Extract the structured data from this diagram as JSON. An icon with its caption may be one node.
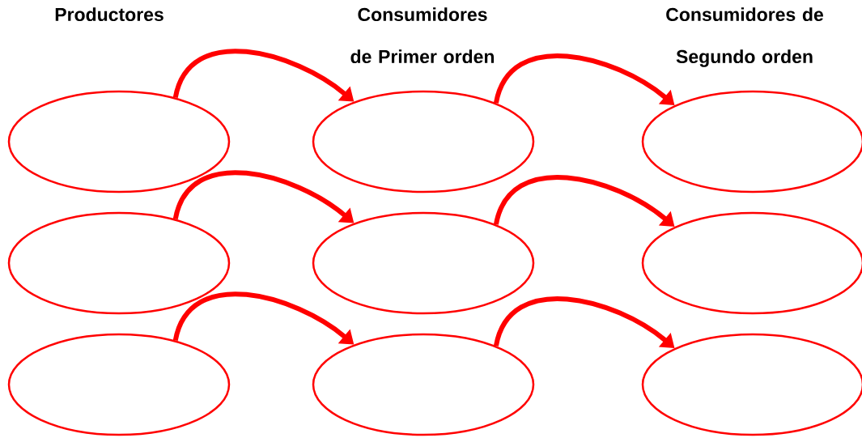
{
  "diagram": {
    "nodes": [
      {
        "text": [],
        "shape": "ellipse"
      },
      {
        "text": [],
        "shape": "ellipse"
      },
      {
        "text": [],
        "shape": "ellipse"
      },
      {
        "text": [],
        "shape": "ellipse"
      },
      {
        "text": [],
        "shape": "ellipse"
      },
      {
        "text": [],
        "shape": "ellipse"
      },
      {
        "text": [],
        "shape": "ellipse"
      },
      {
        "text": [],
        "shape": "ellipse"
      },
      {
        "text": [],
        "shape": "ellipse"
      }
    ],
    "edges": [
      {
        "from": 0,
        "to": 1,
        "arrow": "to"
      },
      {
        "from": 1,
        "to": 2,
        "arrow": "to"
      },
      {
        "from": 3,
        "to": 4,
        "arrow": "to"
      },
      {
        "from": 4,
        "to": 5,
        "arrow": "to"
      },
      {
        "from": 6,
        "to": 7,
        "arrow": "to"
      },
      {
        "from": 7,
        "to": 8,
        "arrow": "to"
      }
    ],
    "labels": [
      "Productores",
      "Consumidores de Primer orden",
      "Consumidores de Segundo orden"
    ]
  }
}
